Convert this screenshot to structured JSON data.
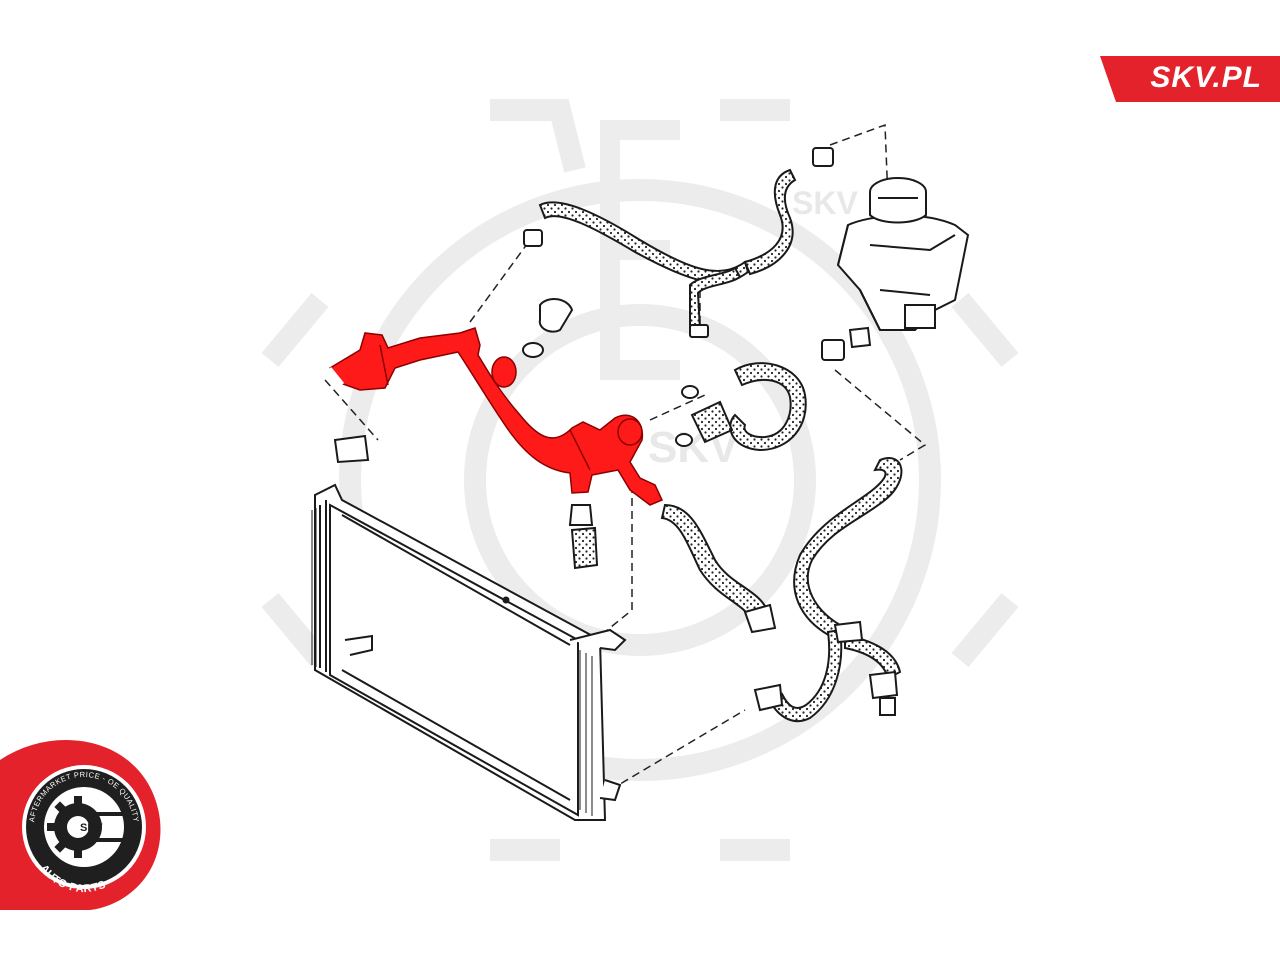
{
  "brand": {
    "site_label": "SKV.PL",
    "color": "#e3222b"
  },
  "logo": {
    "ring_text": "AFTERMARKET PRICE - OE QUALITY",
    "bottom_text": "AUTO PARTS",
    "center_text": "SKV"
  },
  "watermark": {
    "text": "SKV"
  },
  "diagram": {
    "highlighted_part": "coolant-flange-pipe",
    "highlight_color": "#ff1a1a",
    "line_color": "#1a1a1a"
  }
}
